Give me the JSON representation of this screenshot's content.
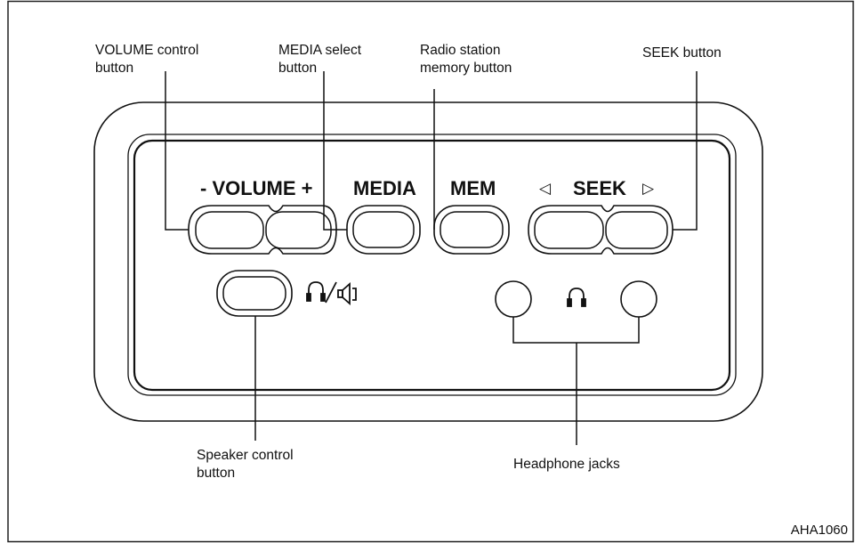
{
  "callouts": {
    "volume": [
      "VOLUME control",
      "button"
    ],
    "media": [
      "MEDIA select",
      "button"
    ],
    "memory": [
      "Radio station",
      "memory button"
    ],
    "seek": [
      "SEEK button"
    ],
    "speaker": [
      "Speaker control",
      "button"
    ],
    "headphone": [
      "Headphone jacks"
    ]
  },
  "panel": {
    "volume_label": "- VOLUME +",
    "media_label": "MEDIA",
    "mem_label": "MEM",
    "seek_label": "SEEK",
    "seek_left_arrow": "◁",
    "seek_right_arrow": "▷"
  },
  "icons": {
    "speaker_toggle": "headphone-speaker-icon",
    "headphone": "headphone-icon"
  },
  "figure_code": "AHA1060",
  "colors": {
    "line": "#111111",
    "background": "#ffffff",
    "border": "#222222"
  }
}
